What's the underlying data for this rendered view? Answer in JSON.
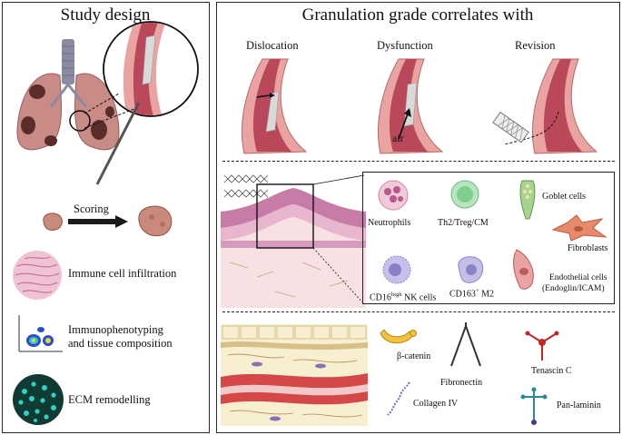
{
  "left_panel": {
    "title": "Study design",
    "scoring_label": "Scoring",
    "items": [
      {
        "label": "Immune cell infiltration"
      },
      {
        "label_line1": "Immunophenotyping",
        "label_line2": "and tissue composition"
      },
      {
        "label": "ECM remodelling"
      }
    ],
    "colors": {
      "lung": "#c88b86",
      "lesion": "#5a2d2a",
      "trachea": "#8a8aa0",
      "stain": "#e6a9c0",
      "ecm_bg": "#0f3b33",
      "ecm_cell": "#2fd0c8"
    }
  },
  "right_panel": {
    "title": "Granulation grade correlates with",
    "columns": [
      {
        "label": "Dislocation"
      },
      {
        "label": "Dysfunction",
        "annotation": "air"
      },
      {
        "label": "Revision"
      }
    ],
    "cells": [
      {
        "label": "Neutrophils",
        "color": "#e8b4c8"
      },
      {
        "label": "Th2/Treg/CM",
        "color": "#a8ddb0"
      },
      {
        "label": "Goblet cells",
        "color": "#9fd088"
      },
      {
        "label": "Fibroblasts",
        "color": "#e58a6a"
      },
      {
        "label_prefix": "CD16",
        "label_sup": "high",
        "label_suffix": " NK cells",
        "color": "#b8b0e0"
      },
      {
        "label_prefix": "CD163",
        "label_sup": "+",
        "label_suffix": " M2",
        "color": "#b7b2e2"
      },
      {
        "label_line1": "Endothelial cells",
        "label_line2": "(Endoglin/ICAM)",
        "color": "#e29a9a"
      }
    ],
    "ecm_proteins": [
      {
        "label": "β-catenin",
        "color": "#f0c040"
      },
      {
        "label": "Fibronectin",
        "color": "#333333"
      },
      {
        "label": "Tenascin C",
        "color": "#c02828"
      },
      {
        "label": "Collagen IV",
        "color": "#6a70c8"
      },
      {
        "label": "Pan-laminin",
        "color": "#2a8a9a"
      }
    ],
    "colors": {
      "airway_outer": "#e9a3a0",
      "airway_inner": "#f5d3cc",
      "airway_lumen": "#b8485a"
    }
  }
}
